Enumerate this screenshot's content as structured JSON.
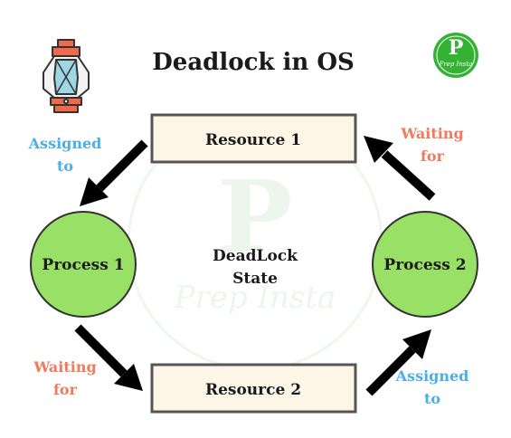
{
  "title": "Deadlock in OS",
  "logo": {
    "letter": "P",
    "wordmark": "Prep Insta"
  },
  "watermark": {
    "letter": "P",
    "wordmark": "Prep Insta"
  },
  "center_label": {
    "line1": "DeadLock",
    "line2": "State"
  },
  "nodes": {
    "resource1": "Resource 1",
    "resource2": "Resource 2",
    "process1": "Process 1",
    "process2": "Process 2"
  },
  "edge_labels": {
    "assigned_left": {
      "line1": "Assigned",
      "line2": "to"
    },
    "waiting_left": {
      "line1": "Waiting",
      "line2": "for"
    },
    "waiting_right": {
      "line1": "Waiting",
      "line2": "for"
    },
    "assigned_right": {
      "line1": "Assigned",
      "line2": "to"
    }
  },
  "colors": {
    "assigned": "#4aaee8",
    "waiting": "#ef7a5c",
    "process_fill": "#99e066",
    "resource_fill": "#fdf5e6",
    "logo_green": "#34b233",
    "watermark": "#e9f5ea"
  },
  "icons": {
    "lantern": "lantern-icon",
    "logo": "prepinsta-logo"
  }
}
